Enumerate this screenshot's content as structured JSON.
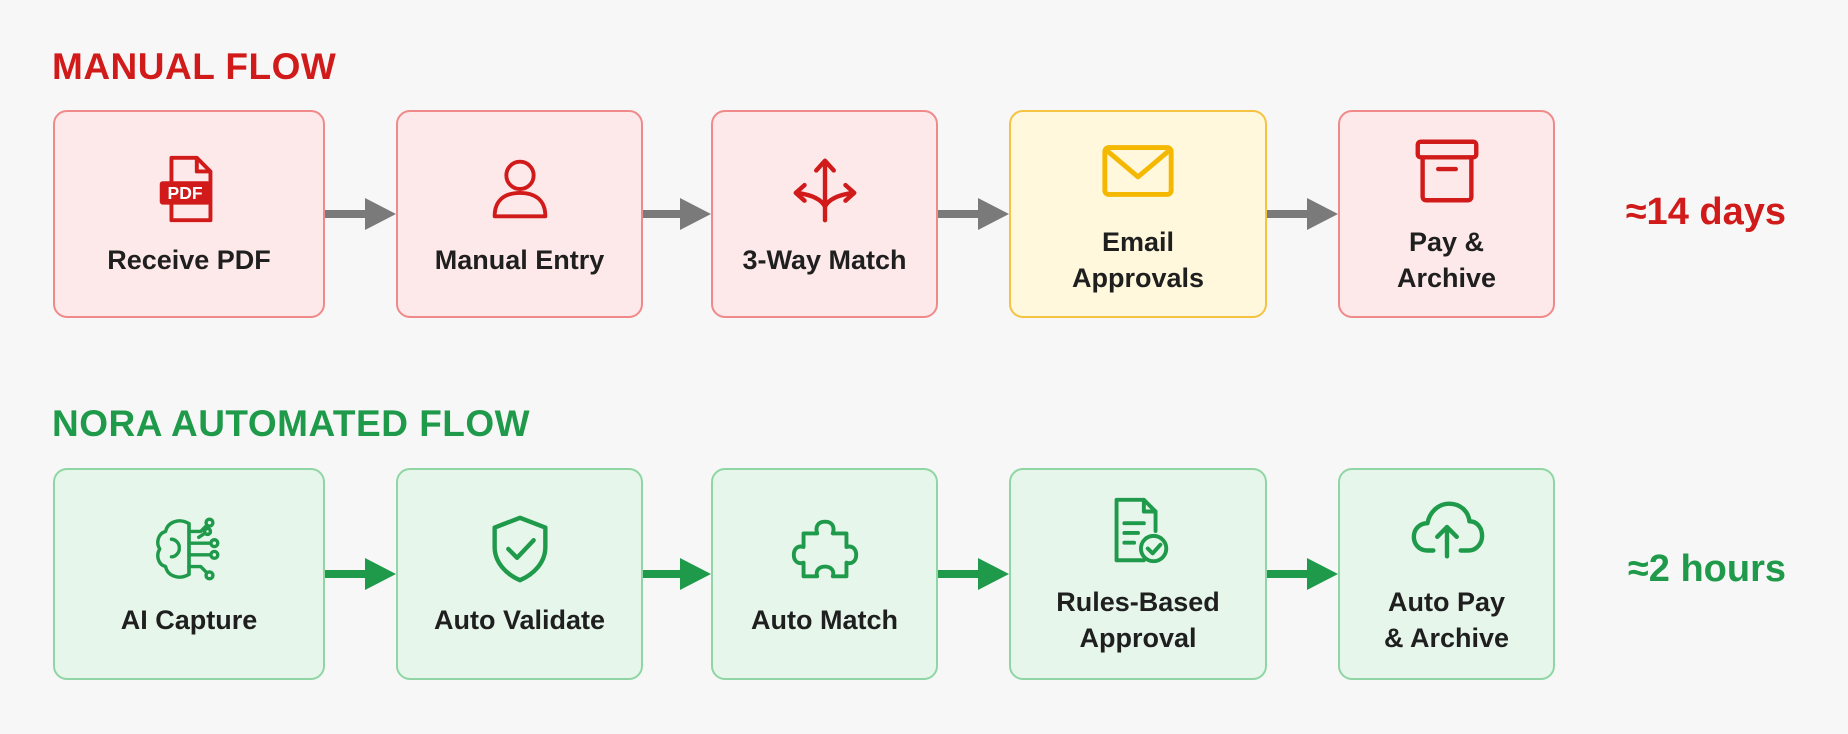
{
  "colors": {
    "manual_accent": "#d11a1a",
    "auto_accent": "#1f9a4a",
    "email_accent": "#f5b800",
    "manual_arrow": "#7a7a7a",
    "auto_arrow": "#1f9a4a"
  },
  "manual": {
    "title": "MANUAL FLOW",
    "result": "≈14 days",
    "steps": [
      {
        "label": "Receive PDF",
        "icon": "pdf-file-icon",
        "badge": "PDF"
      },
      {
        "label": "Manual Entry",
        "icon": "person-icon"
      },
      {
        "label": "3-Way Match",
        "icon": "three-way-arrows-icon"
      },
      {
        "label": "Email\nApprovals",
        "icon": "envelope-icon"
      },
      {
        "label": "Pay &\nArchive",
        "icon": "archive-box-icon"
      }
    ]
  },
  "automated": {
    "title": "NORA AUTOMATED FLOW",
    "result": "≈2 hours",
    "steps": [
      {
        "label": "AI Capture",
        "icon": "ai-brain-icon"
      },
      {
        "label": "Auto Validate",
        "icon": "shield-check-icon"
      },
      {
        "label": "Auto Match",
        "icon": "puzzle-piece-icon"
      },
      {
        "label": "Rules-Based\nApproval",
        "icon": "document-check-icon"
      },
      {
        "label": "Auto Pay\n& Archive",
        "icon": "cloud-upload-icon"
      }
    ]
  }
}
